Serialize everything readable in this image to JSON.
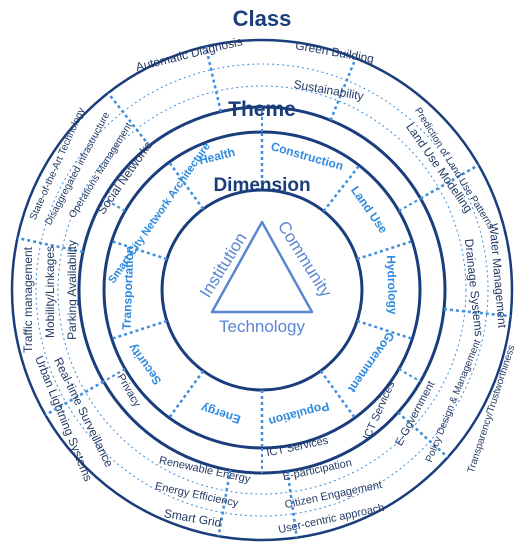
{
  "headings": {
    "outer": "Class",
    "middle": "Theme",
    "inner": "Dimension"
  },
  "core": {
    "left": "Institution",
    "right": "Community",
    "bottom": "Technology"
  },
  "themes": [
    "Health",
    "Construction",
    "Land Use",
    "Hydrology",
    "Government",
    "Population",
    "Energy",
    "Security",
    "Transportation",
    "Smart City Network Architecture"
  ],
  "classes_outer": [
    "Green Building",
    "Prediction of Land Use Patterns",
    "Water Management",
    "Transparency/Trustworthiness",
    "User-centric approach",
    "Smart Grid",
    "Urban Lightning Systems",
    "Traffic management",
    "State-of-the-Art Technology",
    "Automatic Diagnosis"
  ],
  "classes_mid": [
    "Sustainability",
    "Land Use Modelling",
    "Drainage Systems",
    "Policy Design & Management",
    "Citizen Engagement",
    "Energy Efficiency",
    "Real-time Surveillance",
    "Mobility/Linkages",
    "Disaggregated infrastructure"
  ],
  "classes_inner": [
    "E-Government",
    "E-participation",
    "Renewable Energy",
    "Parking Availability",
    "Operations Management"
  ],
  "classes_innermost": [
    "ICT Services",
    "ICT Services",
    "Privacy",
    "Social Networks"
  ],
  "colors": {
    "dark_ring": "#1a3d7c",
    "dotted": "#3f8fdc",
    "theme_text": "#2f8ae0",
    "core_text": "#5b86d1"
  }
}
